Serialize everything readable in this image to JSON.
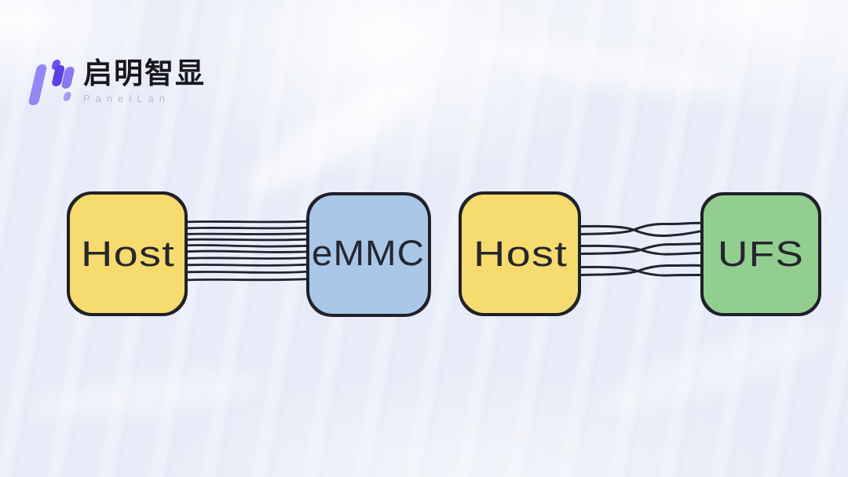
{
  "brand": {
    "name_cn": "启明智显",
    "name_en": "PanelLan"
  },
  "diagram": {
    "nodes": [
      {
        "id": "host-emmc",
        "label": "Host"
      },
      {
        "id": "emmc",
        "label": "eMMC"
      },
      {
        "id": "host-ufs",
        "label": "Host"
      },
      {
        "id": "ufs",
        "label": "UFS"
      }
    ],
    "buses": [
      {
        "from": "Host",
        "to": "eMMC",
        "style": "parallel-lines",
        "line_count": 10
      },
      {
        "from": "Host",
        "to": "UFS",
        "style": "twisted-pairs",
        "pair_count": 3,
        "line_count": 6
      }
    ],
    "colors": {
      "host_fill": "#f6dc6e",
      "emmc_fill": "#a9c7e7",
      "ufs_fill": "#93ce91",
      "outline": "#20202a",
      "background": "#e9ecf8",
      "logo_purple_light": "#9486f4",
      "logo_purple_dark": "#5b41e4"
    }
  }
}
